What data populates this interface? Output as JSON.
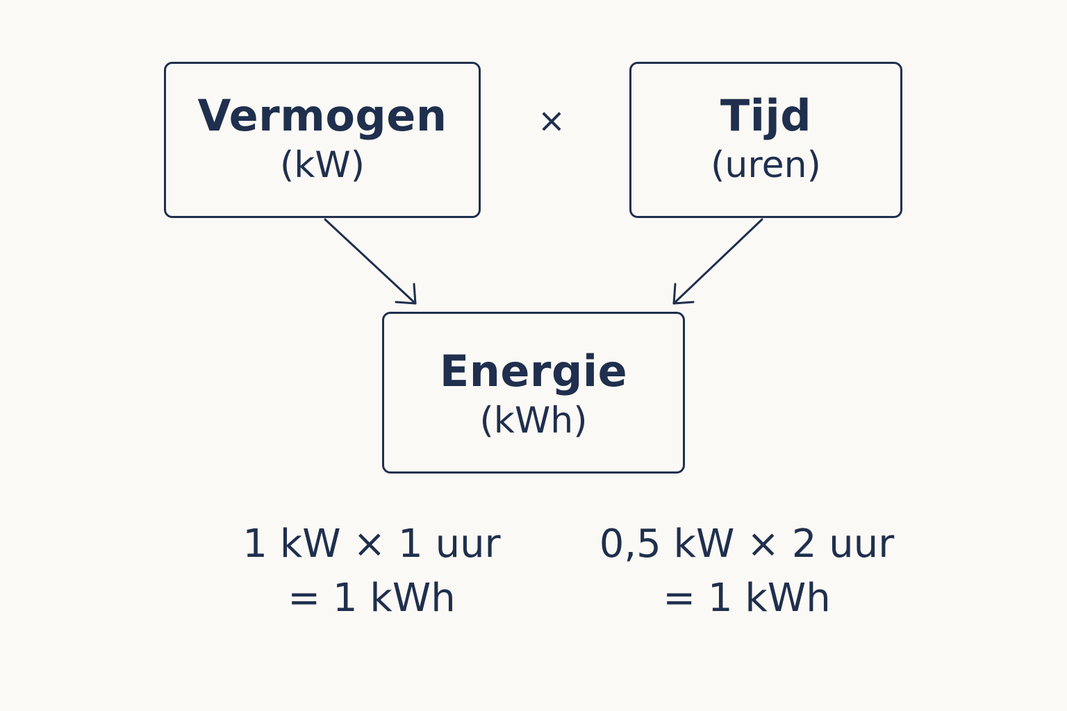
{
  "diagram": {
    "power": {
      "title": "Vermogen",
      "unit": "(kW)"
    },
    "operator": "×",
    "time": {
      "title": "Tijd",
      "unit": "(uren)"
    },
    "energy": {
      "title": "Energie",
      "unit": "(kWh)"
    }
  },
  "examples": [
    {
      "line1": "1 kW × 1 uur",
      "line2": "= 1 kWh"
    },
    {
      "line1": "0,5 kW × 2 uur",
      "line2": "= 1 kWh"
    }
  ],
  "colors": {
    "background": "#fbf9f5",
    "ink": "#1f2f4d"
  }
}
